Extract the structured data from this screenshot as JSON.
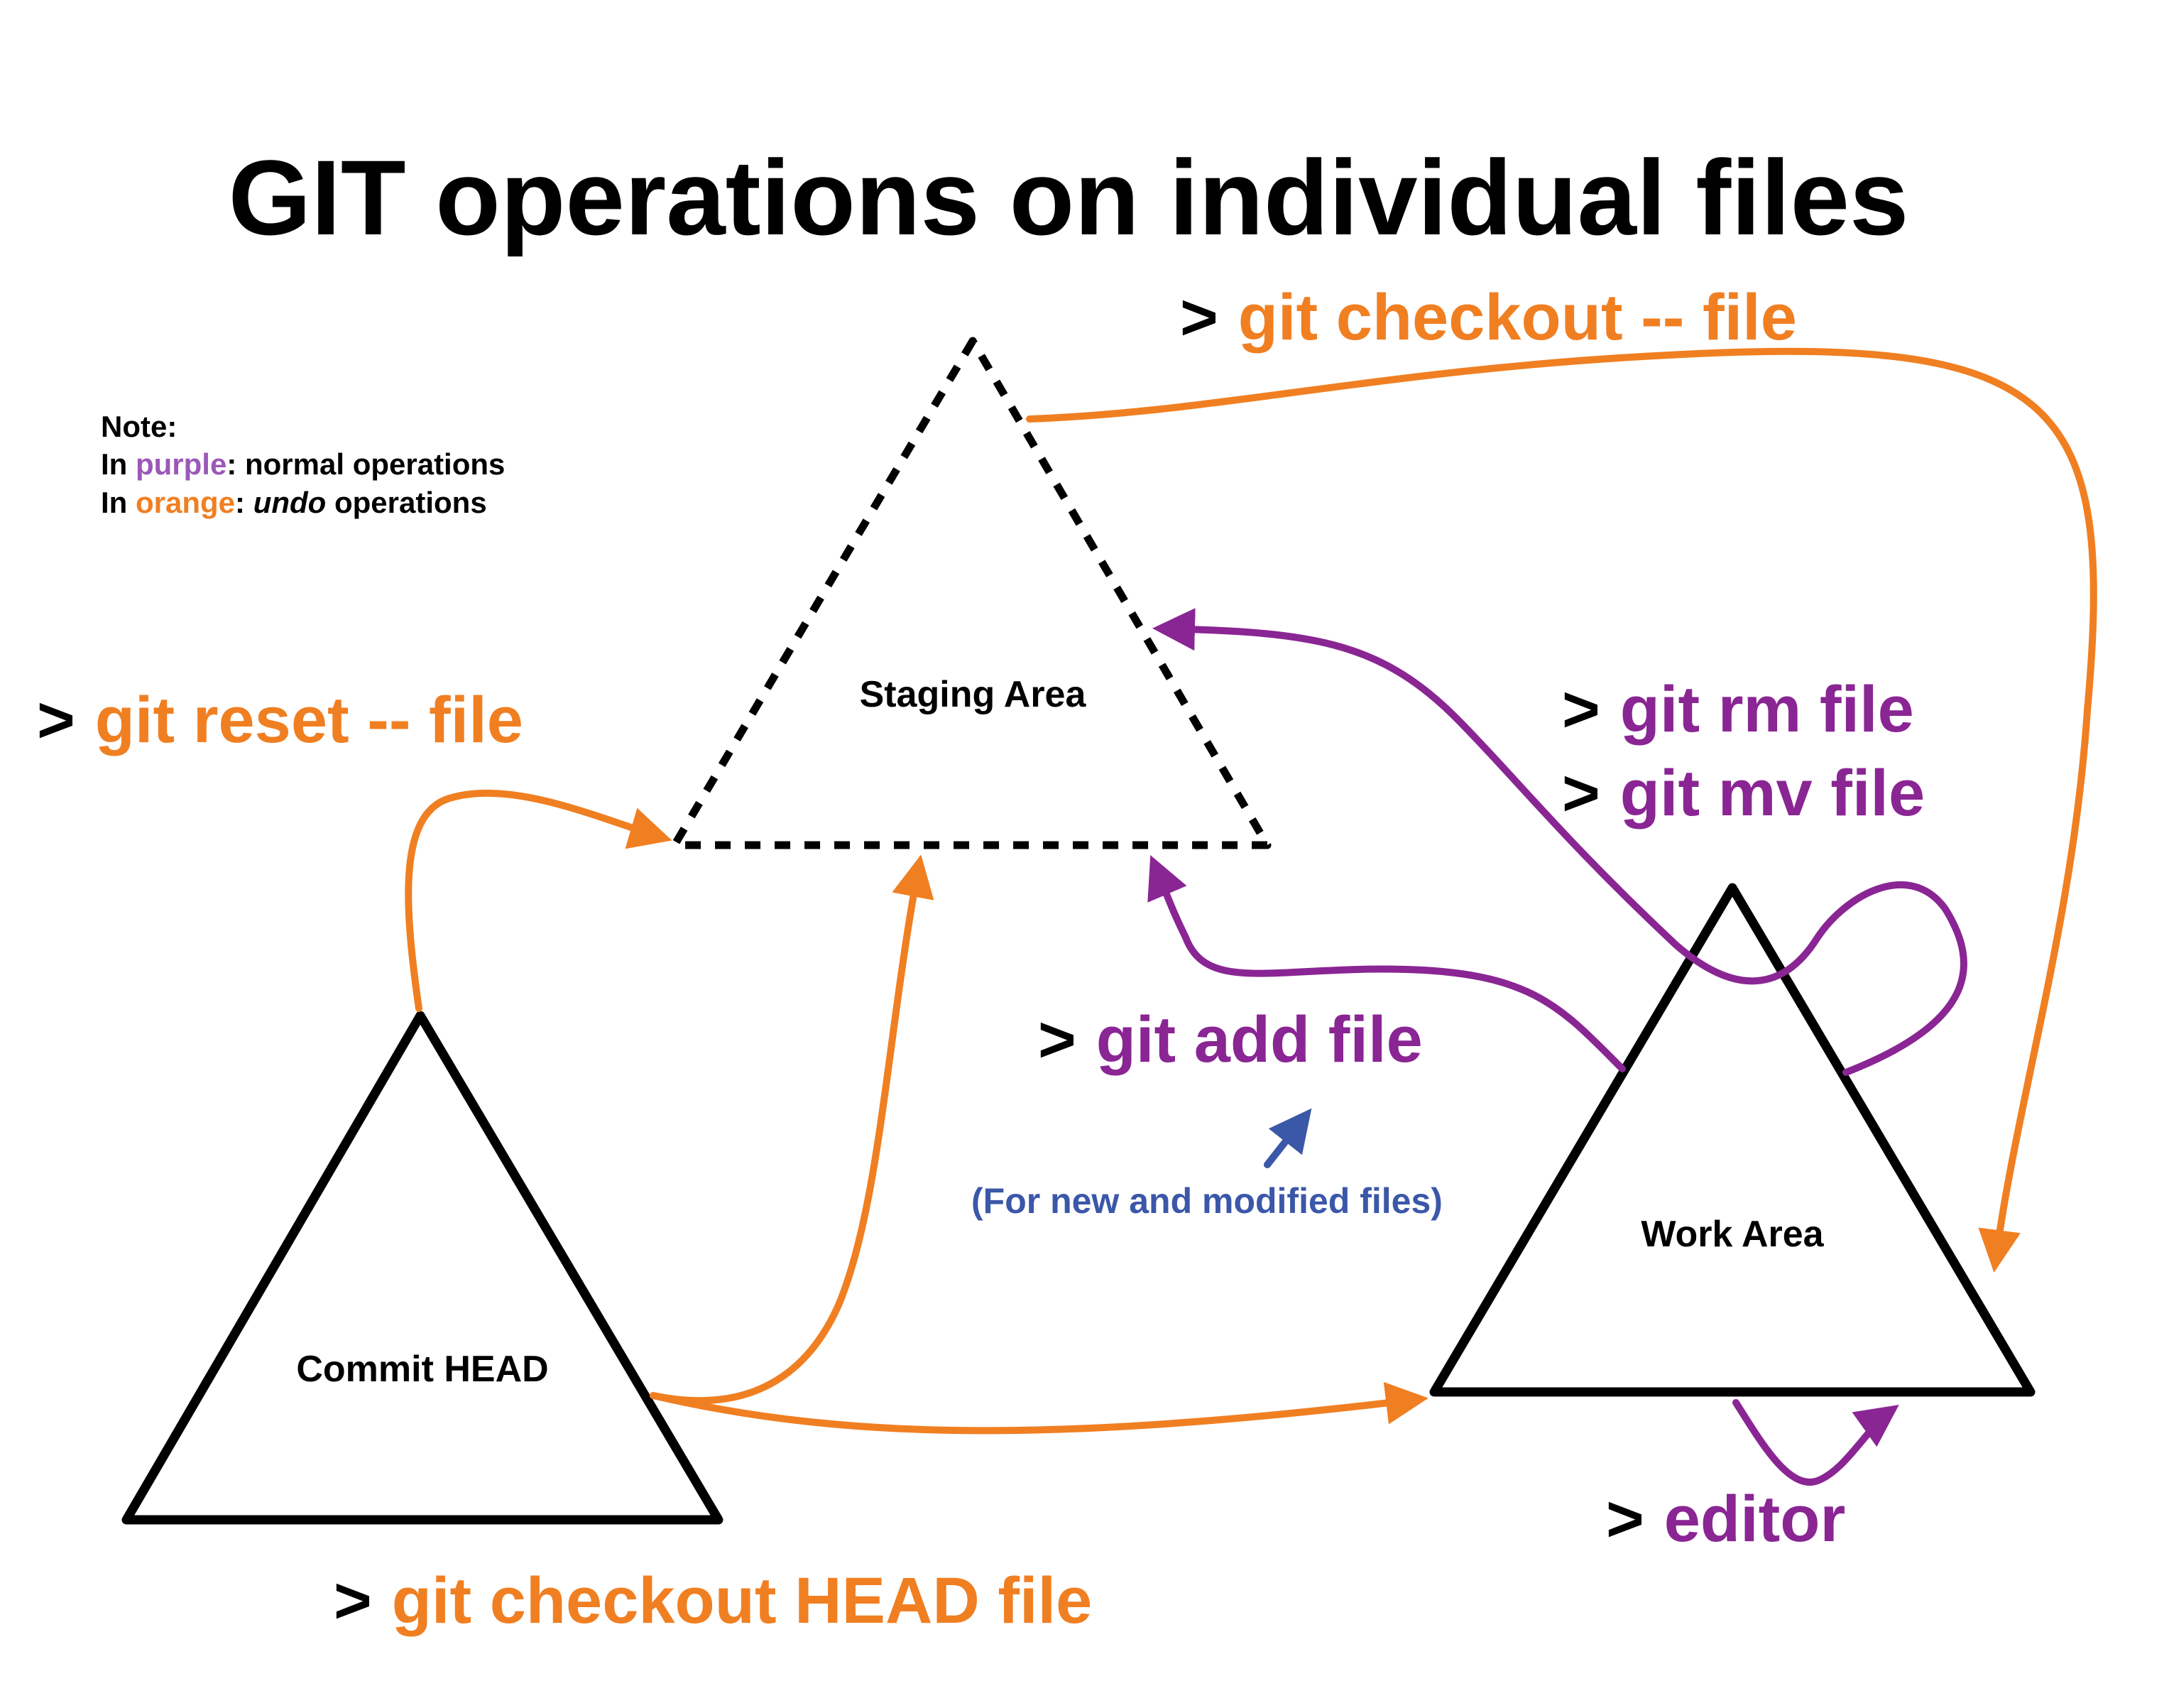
{
  "title": "GIT operations on individual files",
  "colors": {
    "purple": "#8a2594",
    "orange": "#f07f22",
    "blue": "#3b57a8",
    "black": "#000000"
  },
  "note": {
    "heading": "Note:",
    "line1_prefix": "In ",
    "line1_color_word": "purple",
    "line1_suffix": ": normal operations",
    "line2_prefix": "In ",
    "line2_color_word": "orange",
    "line2_sep": ": ",
    "line2_italic": "undo",
    "line2_suffix": " operations"
  },
  "nodes": {
    "staging": "Staging Area",
    "commit": "Commit HEAD",
    "work": "Work Area"
  },
  "prompt": ">",
  "commands": {
    "checkout_file": "git checkout -- file",
    "reset_file": "git reset -- file",
    "rm_file": "git rm file",
    "mv_file": "git mv file",
    "add_file": "git add file",
    "add_note": "(For new and modified files)",
    "editor": "editor",
    "checkout_head": "git checkout HEAD file"
  },
  "icons": {
    "arrows": "arrow-icon"
  }
}
